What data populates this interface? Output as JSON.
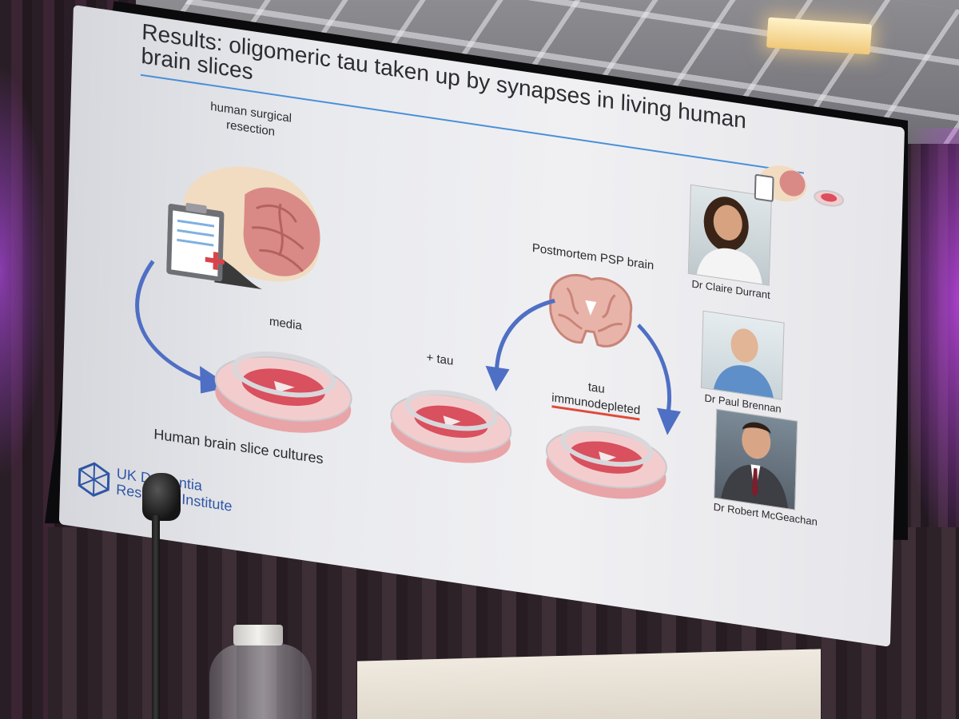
{
  "slide": {
    "title": "Results: oligomeric tau taken up by synapses in living human brain slices",
    "labels": {
      "resection": "human surgical resection",
      "media": "media",
      "plus_tau": "+ tau",
      "tau": "tau",
      "immunodepleted": "immunodepleted",
      "psp_brain": "Postmortem PSP brain",
      "cultures": "Human brain slice cultures"
    },
    "logo": {
      "line1": "UK Dementia",
      "line2": "Research Institute"
    },
    "people": [
      {
        "name": "Dr Claire Durrant"
      },
      {
        "name": "Dr Paul Brennan"
      },
      {
        "name": "Dr Robert McGeachan"
      }
    ],
    "colors": {
      "title_rule": "#4a8fd8",
      "arrow": "#4f6fc4",
      "dish_media": "#d9505e",
      "underline": "#e04a3a",
      "logo": "#2f56a6"
    }
  }
}
